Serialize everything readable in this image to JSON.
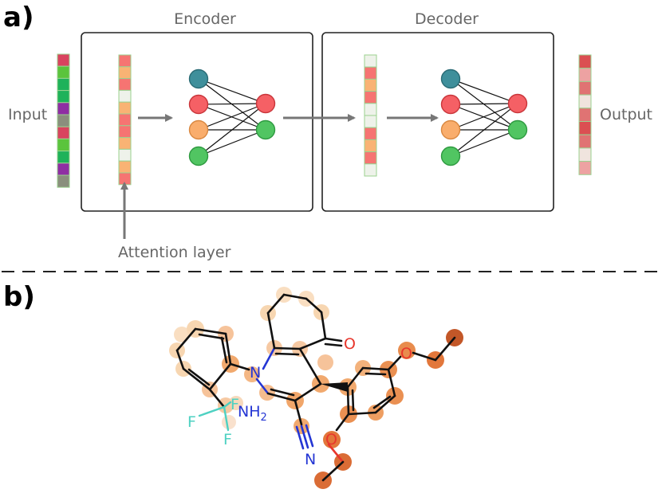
{
  "panel_a": {
    "label": "a)",
    "input_label": "Input",
    "output_label": "Output",
    "encoder_label": "Encoder",
    "decoder_label": "Decoder",
    "attention_label": "Attention layer",
    "input_vector": [
      "#d9445f",
      "#5bc43c",
      "#1fb25a",
      "#1fb25a",
      "#8f2ea3",
      "#8a8f7d",
      "#d9445f",
      "#5bc43c",
      "#1fb25a",
      "#8f2ea3",
      "#8a8f7d"
    ],
    "attention_vector": [
      "#f67472",
      "#f9b374",
      "#f67472",
      "#eef2ea",
      "#f9b374",
      "#f67472",
      "#f67472",
      "#f9b374",
      "#eef2ea",
      "#f9b374",
      "#f67472"
    ],
    "decoder_vector": [
      "#eef2ea",
      "#f67472",
      "#f9b374",
      "#f67472",
      "#eef2ea",
      "#eef2ea",
      "#f67472",
      "#f9b374",
      "#f67472",
      "#eef2ea"
    ],
    "output_vector": [
      "#db4f52",
      "#eda2a2",
      "#e07373",
      "#f0e4de",
      "#e07373",
      "#db4f52",
      "#e07373",
      "#f0e4de",
      "#eda2a2"
    ],
    "network_node_colors": {
      "teal": "#3f8f9b",
      "red": "#f56065",
      "orange": "#f9ad6c",
      "green": "#51c562"
    }
  },
  "panel_b": {
    "label": "b)",
    "atoms": {
      "oxygen_ketone": "O",
      "nitrogen_ring": "N",
      "amine": "NH",
      "amine_subscript": "2",
      "fluorine_1": "F",
      "fluorine_2": "F",
      "fluorine_3": "F",
      "oxygen_ether_1": "O",
      "oxygen_ether_2": "O",
      "nitrile_nitrogen": "N"
    },
    "colors": {
      "oxygen": "#e8362c",
      "nitrogen": "#2436d4",
      "fluorine": "#4ed1c2",
      "bond": "#111111"
    }
  }
}
